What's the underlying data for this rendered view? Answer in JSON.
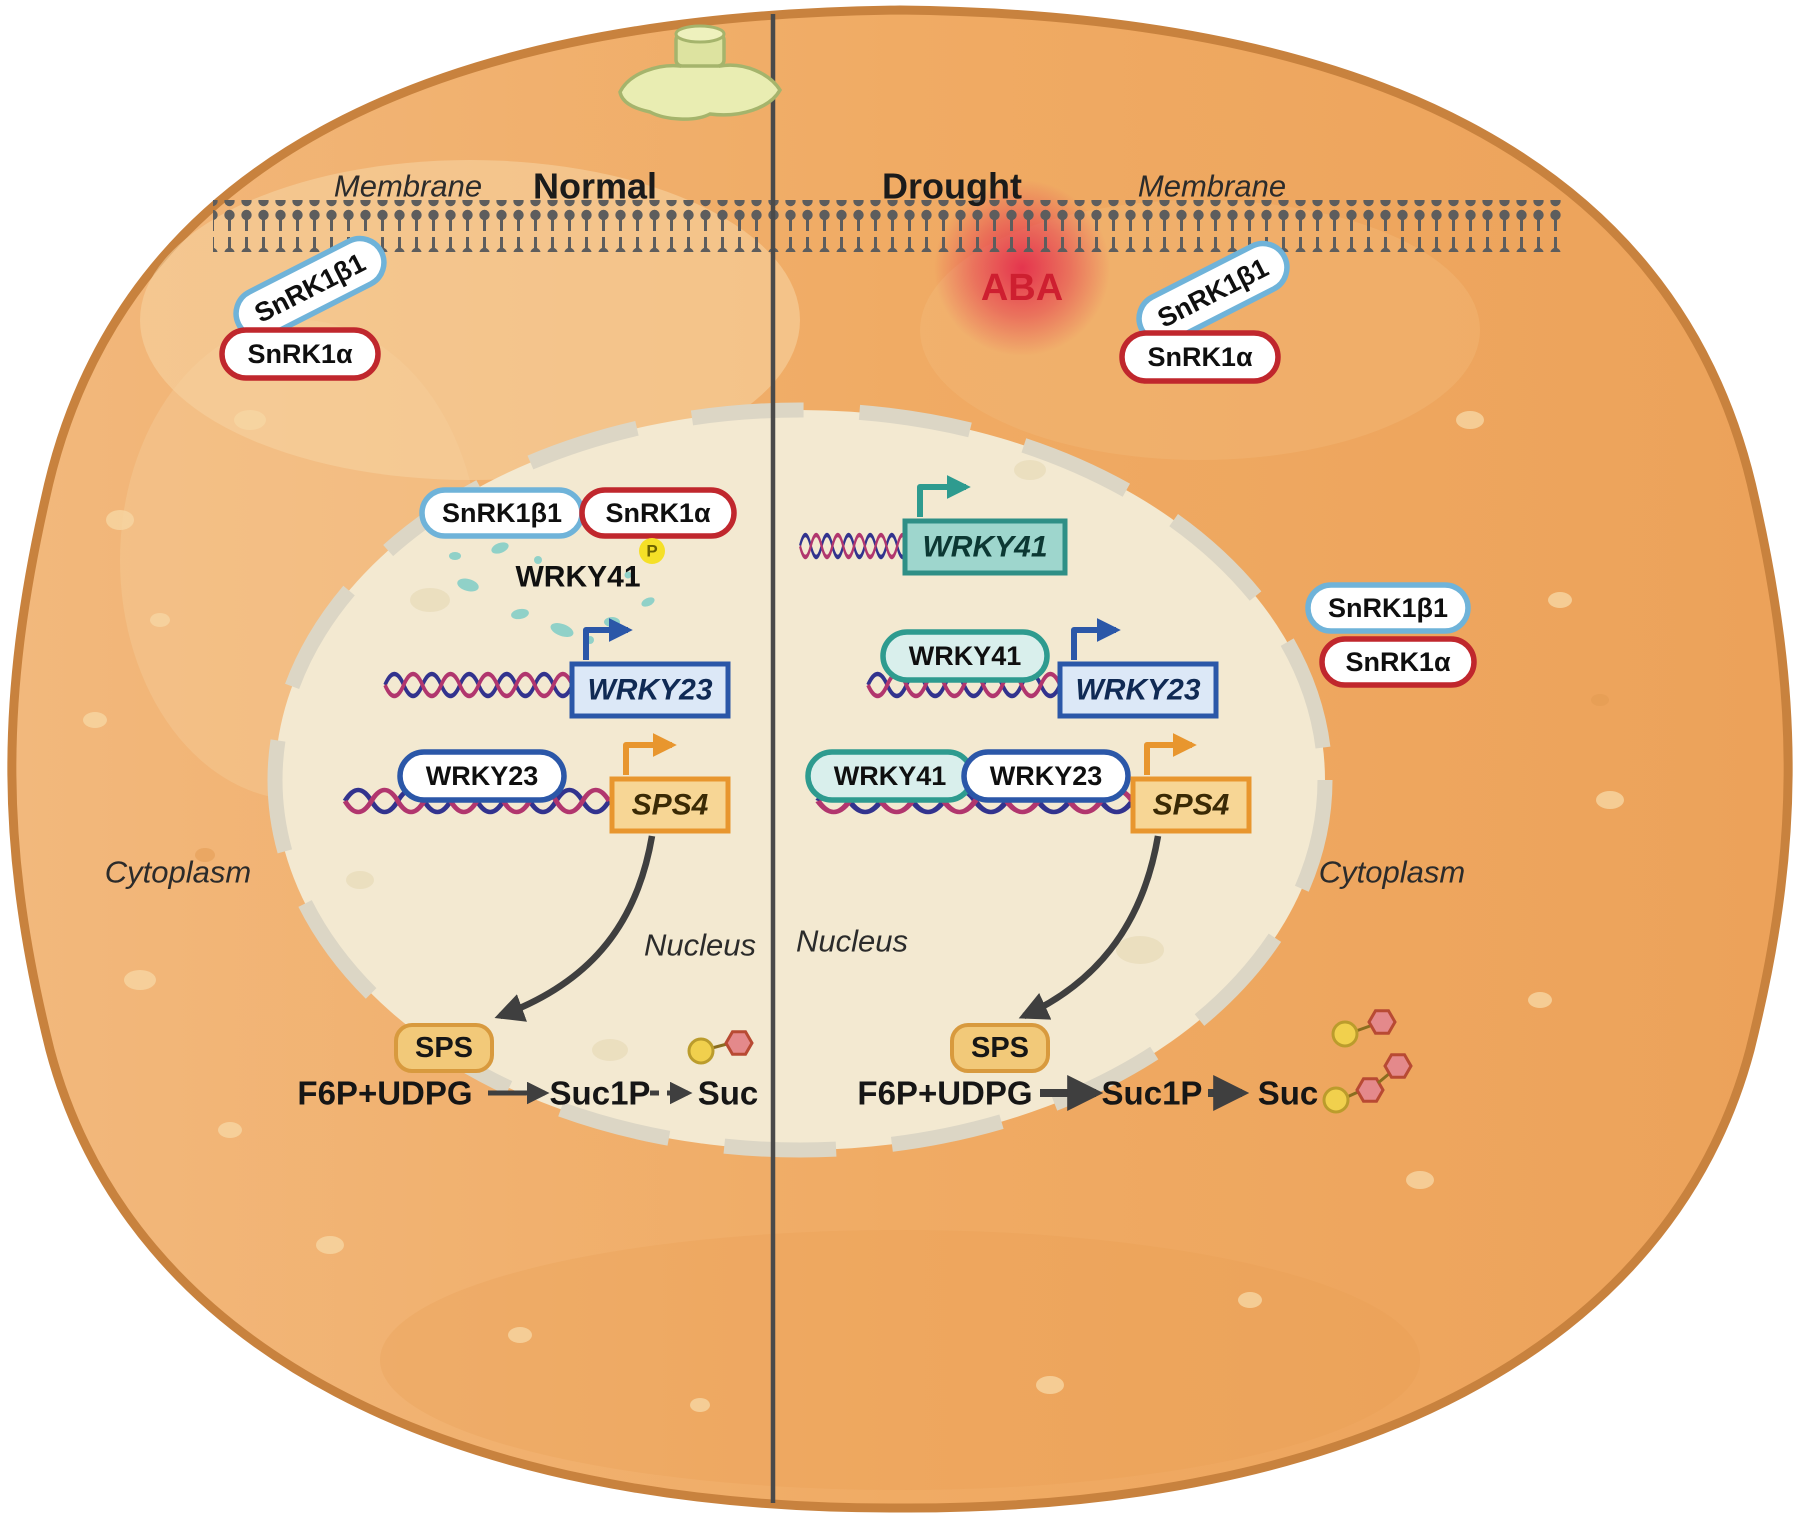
{
  "panels": {
    "left": "Normal",
    "right": "Drought"
  },
  "labels": {
    "membrane": "Membrane",
    "cytoplasm": "Cytoplasm",
    "nucleus": "Nucleus"
  },
  "signals": {
    "aba": "ABA"
  },
  "proteins": {
    "snrk1b1": "SnRK1β1",
    "snrk1a": "SnRK1α",
    "wrky41": "WRKY41",
    "wrky23": "WRKY23",
    "sps": "SPS",
    "phosphate": "P"
  },
  "genes": {
    "wrky41": "WRKY41",
    "wrky23": "WRKY23",
    "sps4": "SPS4"
  },
  "reaction": {
    "substrates": "F6P+UDPG",
    "intermediate": "Suc1P",
    "product": "Suc"
  },
  "colors": {
    "cell_fill": "#f0ab64",
    "cell_border": "#c8823e",
    "nucleus_fill": "#f3e9d1",
    "nuclear_envelope": "#dcd6c5",
    "membrane_gray": "#5d5d5d",
    "snrk1b1_border": "#6fb3d9",
    "snrk1a_border": "#c0272d",
    "wrky41_teal": "#2e9b8f",
    "wrky23_blue": "#2b57a8",
    "sps4_orange": "#e8962e",
    "aba_red": "#ce1f30",
    "dna_blue": "#32338e",
    "dna_magenta": "#b1366e"
  }
}
